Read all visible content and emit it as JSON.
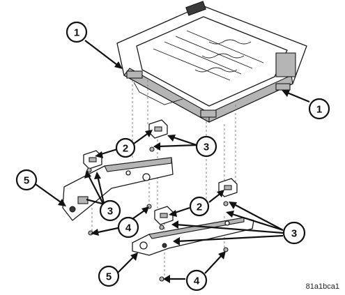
{
  "figure_id": "81a1bca1",
  "callouts": [
    {
      "id": "c1a",
      "label": "1"
    },
    {
      "id": "c1b",
      "label": "1"
    },
    {
      "id": "c2a",
      "label": "2"
    },
    {
      "id": "c2b",
      "label": "2"
    },
    {
      "id": "c3a",
      "label": "3"
    },
    {
      "id": "c3b",
      "label": "3"
    },
    {
      "id": "c3c",
      "label": "3"
    },
    {
      "id": "c4a",
      "label": "4"
    },
    {
      "id": "c4b",
      "label": "4"
    },
    {
      "id": "c5a",
      "label": "5"
    },
    {
      "id": "c5b",
      "label": "5"
    }
  ]
}
